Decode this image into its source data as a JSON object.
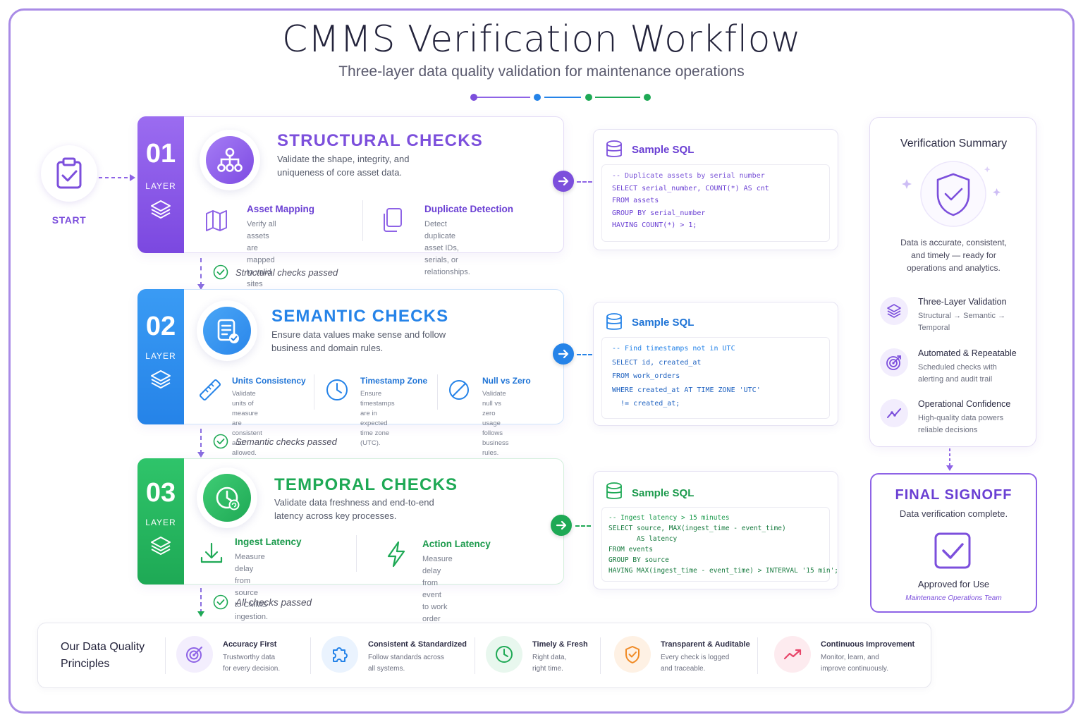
{
  "header": {
    "title": "CMMS Verification Workflow",
    "subtitle": "Three-layer data quality validation for maintenance operations"
  },
  "start": {
    "label": "START"
  },
  "layers": [
    {
      "number": "01",
      "tag": "LAYER",
      "title": "STRUCTURAL CHECKS",
      "desc_lines": [
        "Validate the shape, integrity, and",
        "uniqueness of core asset data."
      ],
      "checks": [
        {
          "title": "Asset Mapping",
          "desc_lines": [
            "Verify all assets are mapped",
            "to valid sites and systems."
          ]
        },
        {
          "title": "Duplicate Detection",
          "desc_lines": [
            "Detect duplicate asset IDs,",
            "serials, or relationships."
          ]
        }
      ],
      "passed": "Structural checks passed"
    },
    {
      "number": "02",
      "tag": "LAYER",
      "title": "SEMANTIC CHECKS",
      "desc_lines": [
        "Ensure data values make sense and follow",
        "business and domain rules."
      ],
      "checks": [
        {
          "title": "Units Consistency",
          "desc_lines": [
            "Validate units of measure",
            "are consistent and allowed."
          ]
        },
        {
          "title": "Timestamp Zone",
          "desc_lines": [
            "Ensure timestamps are in",
            "expected time zone (UTC)."
          ]
        },
        {
          "title": "Null vs Zero",
          "desc_lines": [
            "Validate null vs zero usage",
            "follows business rules."
          ]
        }
      ],
      "passed": "Semantic checks passed"
    },
    {
      "number": "03",
      "tag": "LAYER",
      "title": "TEMPORAL CHECKS",
      "desc_lines": [
        "Validate data freshness and end-to-end",
        "latency across key processes."
      ],
      "checks": [
        {
          "title": "Ingest Latency",
          "desc_lines": [
            "Measure delay from source",
            "to CMMS ingestion."
          ]
        },
        {
          "title": "Action Latency",
          "desc_lines": [
            "Measure delay from event",
            "to work order creation."
          ]
        }
      ],
      "passed": "All checks passed"
    }
  ],
  "sql": [
    {
      "title": "Sample SQL",
      "lines": [
        "-- Duplicate assets by serial number",
        "SELECT serial_number, COUNT(*) AS cnt",
        "FROM assets",
        "GROUP BY serial_number",
        "HAVING COUNT(*) > 1;"
      ]
    },
    {
      "title": "Sample SQL",
      "lines": [
        "-- Find timestamps not in UTC",
        "SELECT id, created_at",
        "FROM work_orders",
        "WHERE created_at AT TIME ZONE 'UTC'",
        "  != created_at;"
      ]
    },
    {
      "title": "Sample SQL",
      "lines": [
        "-- Ingest latency > 15 minutes",
        "SELECT source, MAX(ingest_time - event_time)",
        "       AS latency",
        "FROM events",
        "GROUP BY source",
        "HAVING MAX(ingest_time - event_time) > INTERVAL '15 min';"
      ]
    }
  ],
  "summary": {
    "title": "Verification Summary",
    "desc_lines": [
      "Data is accurate, consistent,",
      "and timely — ready for",
      "operations and analytics."
    ],
    "items": [
      {
        "title": "Three-Layer Validation",
        "desc_lines": [
          "Structural → Semantic →",
          "Temporal"
        ]
      },
      {
        "title": "Automated & Repeatable",
        "desc_lines": [
          "Scheduled checks with",
          "alerting and audit trail"
        ]
      },
      {
        "title": "Operational Confidence",
        "desc_lines": [
          "High-quality data powers",
          "reliable decisions"
        ]
      }
    ]
  },
  "final": {
    "title": "FINAL SIGNOFF",
    "desc": "Data verification complete.",
    "approved": "Approved for Use",
    "team": "Maintenance Operations Team"
  },
  "principles": {
    "title_lines": [
      "Our Data Quality",
      "Principles"
    ],
    "items": [
      {
        "title": "Accuracy First",
        "desc_lines": [
          "Trustworthy data",
          "for every decision."
        ],
        "color": "#8e63e6",
        "icon": "target-icon"
      },
      {
        "title": "Consistent & Standardized",
        "desc_lines": [
          "Follow standards across",
          "all systems."
        ],
        "color": "#2583e8",
        "icon": "puzzle-icon"
      },
      {
        "title": "Timely & Fresh",
        "desc_lines": [
          "Right data,",
          "right time."
        ],
        "color": "#1ea955",
        "icon": "clock-icon"
      },
      {
        "title": "Transparent & Auditable",
        "desc_lines": [
          "Every check is logged",
          "and traceable."
        ],
        "color": "#f08a24",
        "icon": "shield-check-icon"
      },
      {
        "title": "Continuous Improvement",
        "desc_lines": [
          "Monitor, learn, and",
          "improve continuously."
        ],
        "color": "#e8466a",
        "icon": "trend-up-icon"
      }
    ]
  },
  "colors": {
    "purple": "#7c4fdc",
    "blue": "#2583e8",
    "green": "#1ea955"
  }
}
